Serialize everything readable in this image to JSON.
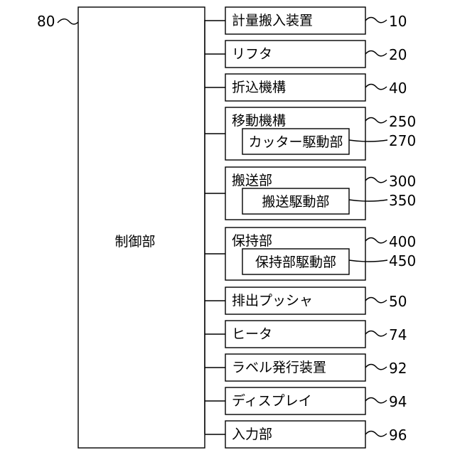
{
  "controller": {
    "label": "制御部",
    "ref": "80"
  },
  "units": [
    {
      "label": "計量搬入装置",
      "ref": "10"
    },
    {
      "label": "リフタ",
      "ref": "20"
    },
    {
      "label": "折込機構",
      "ref": "40"
    },
    {
      "label": "移動機構",
      "ref": "250",
      "sub": {
        "label": "カッター駆動部",
        "ref": "270"
      }
    },
    {
      "label": "搬送部",
      "ref": "300",
      "sub": {
        "label": "搬送駆動部",
        "ref": "350"
      }
    },
    {
      "label": "保持部",
      "ref": "400",
      "sub": {
        "label": "保持部駆動部",
        "ref": "450"
      }
    },
    {
      "label": "排出プッシャ",
      "ref": "50"
    },
    {
      "label": "ヒータ",
      "ref": "74"
    },
    {
      "label": "ラベル発行装置",
      "ref": "92"
    },
    {
      "label": "ディスプレイ",
      "ref": "94"
    },
    {
      "label": "入力部",
      "ref": "96"
    }
  ]
}
